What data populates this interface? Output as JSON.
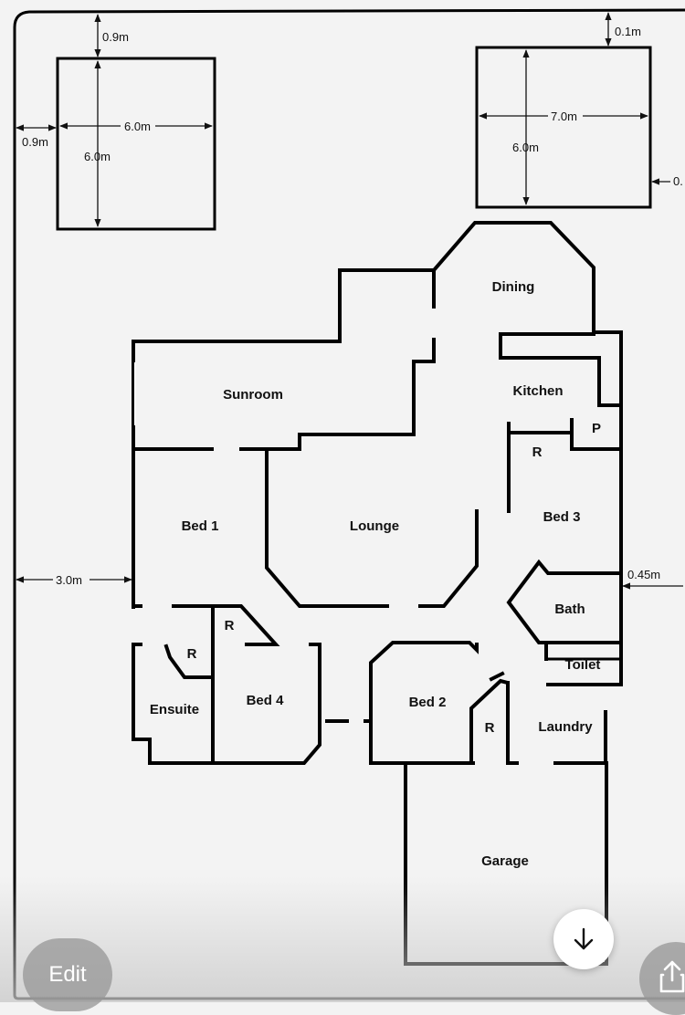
{
  "rooms": {
    "dining": "Dining",
    "sunroom": "Sunroom",
    "kitchen": "Kitchen",
    "pantry": "P",
    "robe_bed3": "R",
    "bed1": "Bed 1",
    "lounge": "Lounge",
    "bed3": "Bed 3",
    "bath": "Bath",
    "robe_bed4": "R",
    "robe_ensuite": "R",
    "toilet": "Toilet",
    "ensuite": "Ensuite",
    "bed4": "Bed 4",
    "bed2": "Bed 2",
    "robe_bed2": "R",
    "laundry": "Laundry",
    "garage": "Garage"
  },
  "dimensions": {
    "left_shed_top_gap": "0.9m",
    "left_shed_width": "6.0m",
    "left_shed_depth": "6.0m",
    "left_shed_side_gap": "0.9m",
    "right_shed_top_gap": "0.1m",
    "right_shed_width": "7.0m",
    "right_shed_depth": "6.0m",
    "right_shed_side_gap": "0.",
    "house_left_setback": "3.0m",
    "house_right_setback": "0.45m"
  },
  "controls": {
    "edit_label": "Edit",
    "scroll_icon": "arrow-down-icon",
    "share_icon": "share-icon"
  },
  "colors": {
    "wall": "#000000",
    "background": "#f3f3f3",
    "button_overlay": "#969696"
  }
}
